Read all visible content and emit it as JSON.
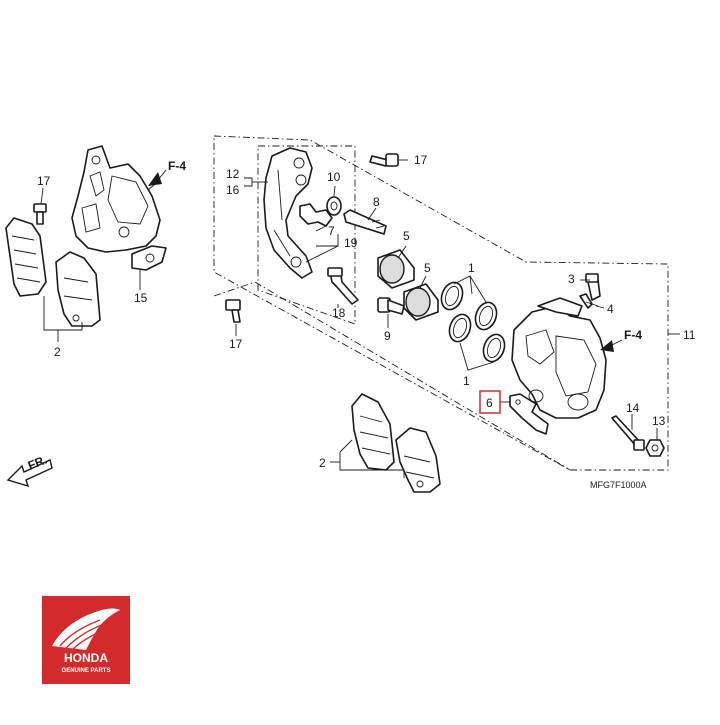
{
  "diagram_code": "MFG7F1000A",
  "direction_label": "FR.",
  "refs": {
    "f4_left": "F-4",
    "f4_right": "F-4"
  },
  "callouts": {
    "c1_top": "1",
    "c1_bottom": "1",
    "c2_left": "2",
    "c2_bottom": "2",
    "c3": "3",
    "c4": "4",
    "c5_a": "5",
    "c5_b": "5",
    "c6": "6",
    "c7": "7",
    "c8": "8",
    "c9": "9",
    "c10": "10",
    "c11": "11",
    "c12": "12",
    "c13": "13",
    "c14": "14",
    "c15": "15",
    "c16": "16",
    "c17_left": "17",
    "c17_top": "17",
    "c17_bottom": "17",
    "c18": "18",
    "c19": "19"
  },
  "highlight_part": "6",
  "brand": {
    "name": "HONDA",
    "tagline": "GENUINE PARTS",
    "color": "#d32b2b"
  }
}
